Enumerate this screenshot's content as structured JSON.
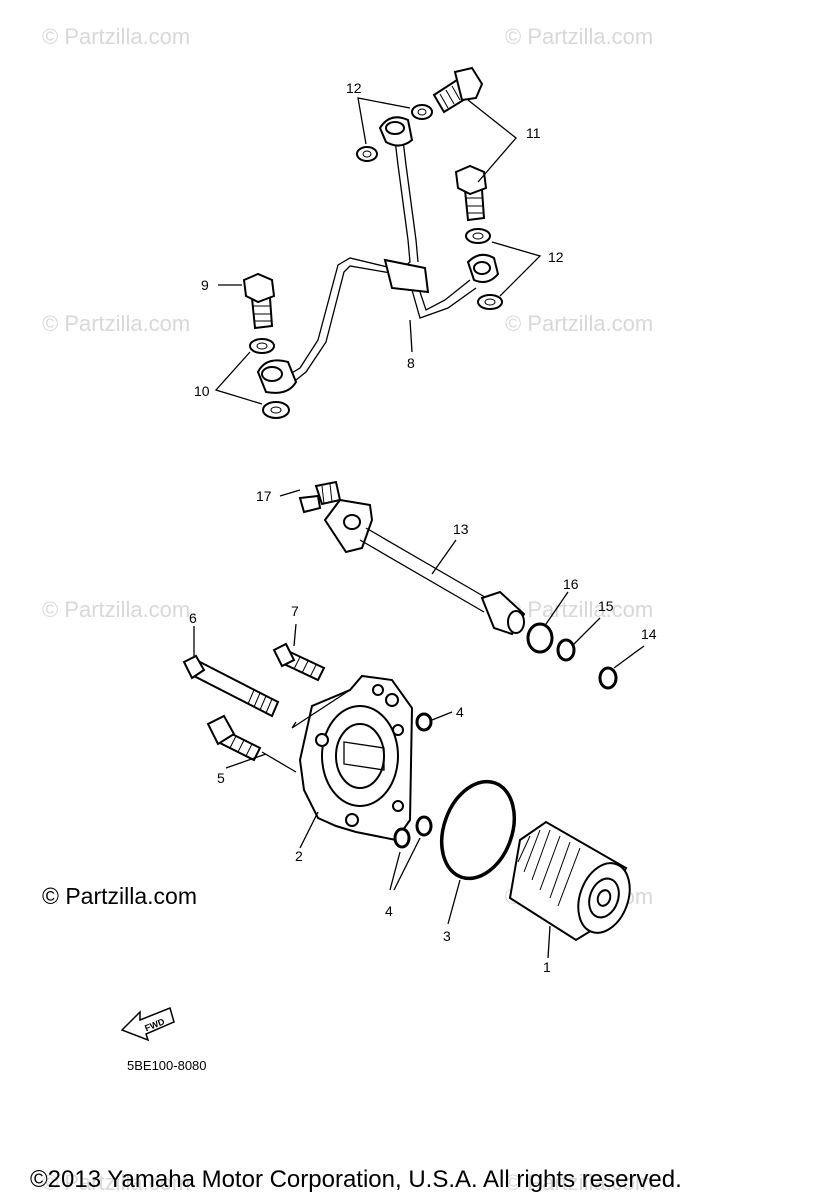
{
  "watermark": "© Partzilla.com",
  "credit": "© Partzilla.com",
  "diagram_code": "5BE100-8080",
  "fwd_label": "FWD",
  "footer": "©2013 Yamaha Motor Corporation, U.S.A. All rights reserved.",
  "callouts": {
    "c1": "1",
    "c2": "2",
    "c3": "3",
    "c4a": "4",
    "c4b": "4",
    "c5": "5",
    "c6": "6",
    "c7": "7",
    "c8": "8",
    "c9": "9",
    "c10": "10",
    "c11": "11",
    "c12a": "12",
    "c12b": "12",
    "c13": "13",
    "c14": "14",
    "c15": "15",
    "c16": "16",
    "c17": "17"
  }
}
